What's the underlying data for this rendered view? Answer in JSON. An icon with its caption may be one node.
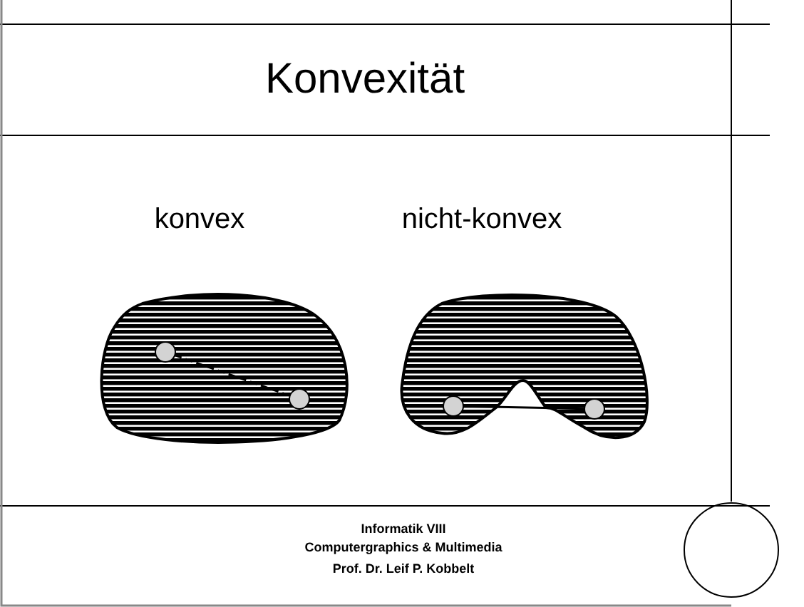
{
  "diagram": {
    "title": "Konvexität",
    "nodes": [
      {
        "text": [],
        "shape": "circle"
      },
      {
        "text": [],
        "shape": "circle"
      },
      {
        "text": [],
        "shape": "circle"
      },
      {
        "text": [],
        "shape": "circle"
      }
    ],
    "edges": [
      {
        "from": 0,
        "to": 1,
        "arrow": "none",
        "style": "dashed"
      },
      {
        "from": 2,
        "to": 3,
        "arrow": "none"
      }
    ],
    "labels": [
      "konvex",
      "nicht-konvex",
      "Informatik VIII",
      "Computergraphics & Multimedia",
      "Prof. Dr. Leif P. Kobbelt"
    ]
  }
}
